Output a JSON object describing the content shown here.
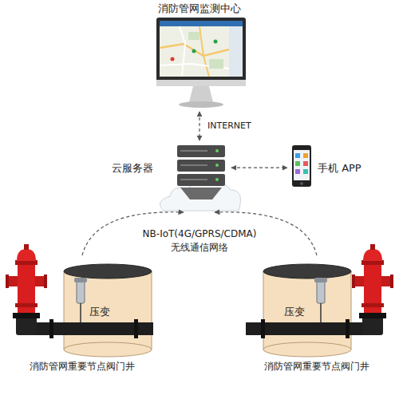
{
  "diagram": {
    "nodes": [
      {
        "text": [
          "消防管网监测中心"
        ]
      },
      {
        "text": [
          "云服务器"
        ]
      },
      {
        "text": [
          "手机 APP"
        ]
      },
      {
        "text": [
          "压变",
          "消防管网重要节点阀门井"
        ]
      },
      {
        "text": [
          "压变",
          "消防管网重要节点阀门井"
        ]
      }
    ],
    "edges": [
      {
        "from": 0,
        "to": 1,
        "arrow": "both",
        "label": "INTERNET"
      },
      {
        "from": 1,
        "to": 2,
        "arrow": "both"
      },
      {
        "from": 3,
        "to": 1,
        "arrow": "to"
      },
      {
        "from": 4,
        "to": 1,
        "arrow": "to"
      }
    ],
    "labels": [
      "NB-IoT(4G/GPRS/CDMA)",
      "无线通信网络"
    ]
  }
}
